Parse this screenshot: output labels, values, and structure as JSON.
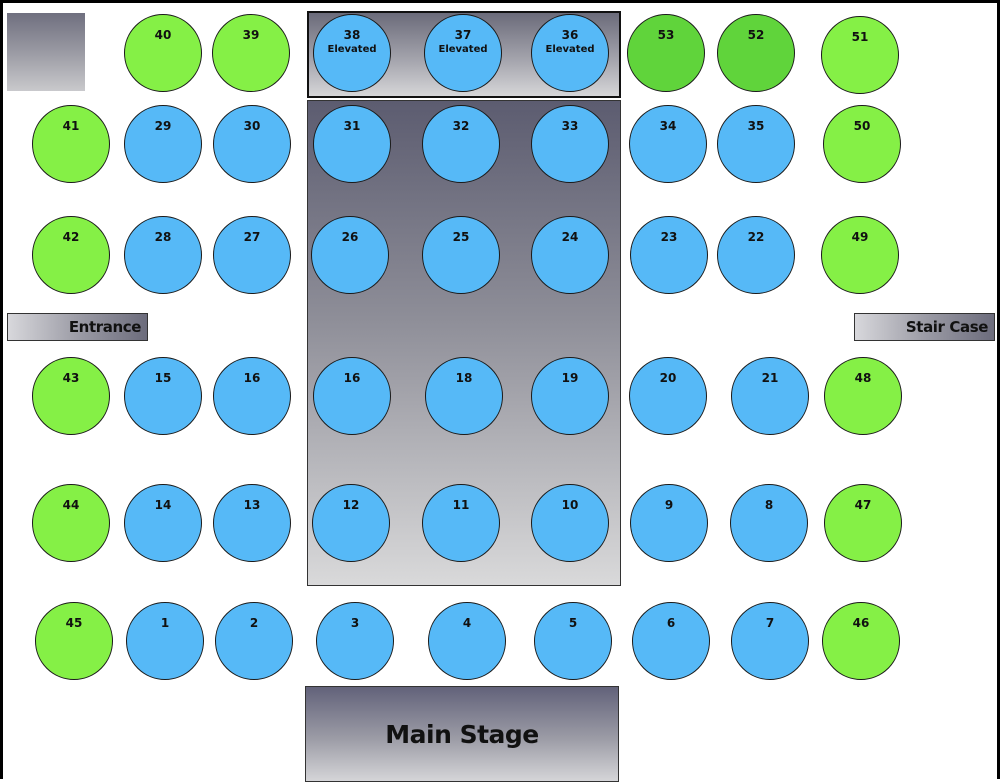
{
  "labels": {
    "main_stage": "Main Stage",
    "entrance": "Entrance",
    "stair_case": "Stair Case"
  },
  "colors": {
    "standard_table": "#56b9f7",
    "perimeter_table": "#85f046",
    "special_table": "#60d43b",
    "zone_gray": "#8e8e98"
  },
  "tables": [
    {
      "num": "1",
      "kind": "std"
    },
    {
      "num": "2",
      "kind": "std"
    },
    {
      "num": "3",
      "kind": "std"
    },
    {
      "num": "4",
      "kind": "std"
    },
    {
      "num": "5",
      "kind": "std"
    },
    {
      "num": "6",
      "kind": "std"
    },
    {
      "num": "7",
      "kind": "std"
    },
    {
      "num": "8",
      "kind": "std"
    },
    {
      "num": "9",
      "kind": "std"
    },
    {
      "num": "10",
      "kind": "std"
    },
    {
      "num": "11",
      "kind": "std"
    },
    {
      "num": "12",
      "kind": "std"
    },
    {
      "num": "13",
      "kind": "std"
    },
    {
      "num": "14",
      "kind": "std"
    },
    {
      "num": "15",
      "kind": "std"
    },
    {
      "num": "16",
      "kind": "std"
    },
    {
      "num": "16",
      "kind": "std"
    },
    {
      "num": "18",
      "kind": "std"
    },
    {
      "num": "19",
      "kind": "std"
    },
    {
      "num": "20",
      "kind": "std"
    },
    {
      "num": "21",
      "kind": "std"
    },
    {
      "num": "22",
      "kind": "std"
    },
    {
      "num": "23",
      "kind": "std"
    },
    {
      "num": "24",
      "kind": "std"
    },
    {
      "num": "25",
      "kind": "std"
    },
    {
      "num": "26",
      "kind": "std"
    },
    {
      "num": "27",
      "kind": "std"
    },
    {
      "num": "28",
      "kind": "std"
    },
    {
      "num": "29",
      "kind": "std"
    },
    {
      "num": "30",
      "kind": "std"
    },
    {
      "num": "31",
      "kind": "std"
    },
    {
      "num": "32",
      "kind": "std"
    },
    {
      "num": "33",
      "kind": "std"
    },
    {
      "num": "34",
      "kind": "std"
    },
    {
      "num": "35",
      "kind": "std"
    },
    {
      "num": "36",
      "kind": "std",
      "tag": "Elevated"
    },
    {
      "num": "37",
      "kind": "std",
      "tag": "Elevated"
    },
    {
      "num": "38",
      "kind": "std",
      "tag": "Elevated"
    },
    {
      "num": "39",
      "kind": "side"
    },
    {
      "num": "40",
      "kind": "side"
    },
    {
      "num": "41",
      "kind": "side"
    },
    {
      "num": "42",
      "kind": "side"
    },
    {
      "num": "43",
      "kind": "side"
    },
    {
      "num": "44",
      "kind": "side"
    },
    {
      "num": "45",
      "kind": "side"
    },
    {
      "num": "46",
      "kind": "side"
    },
    {
      "num": "47",
      "kind": "side"
    },
    {
      "num": "48",
      "kind": "side"
    },
    {
      "num": "49",
      "kind": "side"
    },
    {
      "num": "50",
      "kind": "side"
    },
    {
      "num": "51",
      "kind": "side"
    },
    {
      "num": "52",
      "kind": "special"
    },
    {
      "num": "53",
      "kind": "special"
    }
  ]
}
